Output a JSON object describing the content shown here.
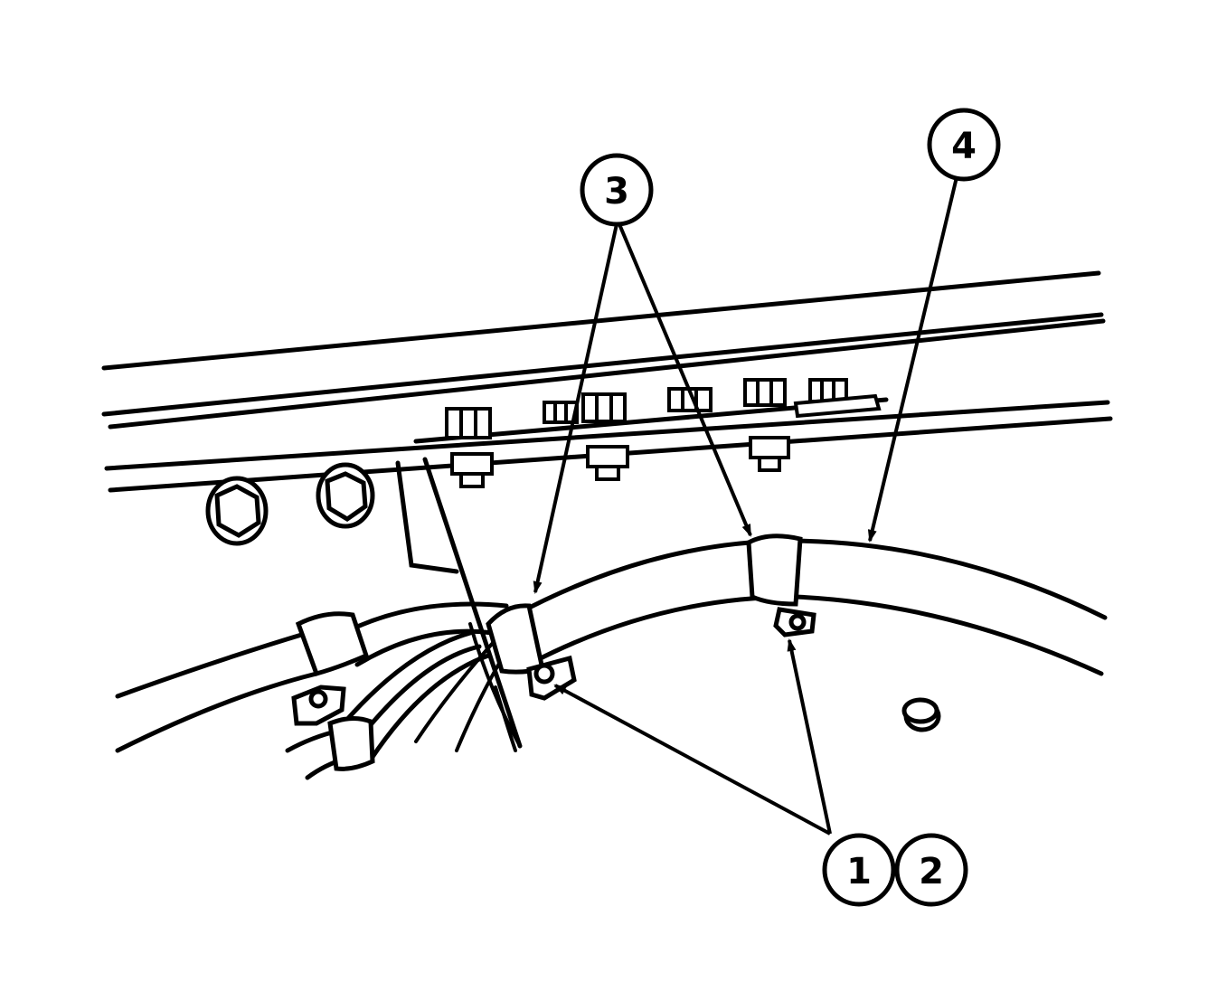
{
  "colors": {
    "ink": "#000000",
    "paper": "#ffffff"
  },
  "callouts": {
    "item1": "1",
    "item2": "2",
    "item3": "3",
    "item4": "4"
  }
}
